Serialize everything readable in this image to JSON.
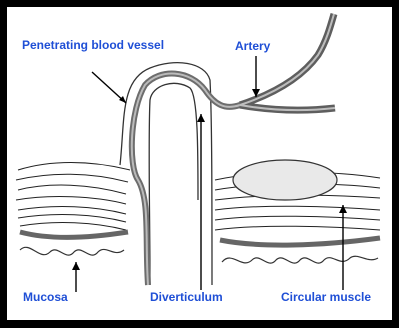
{
  "labels": {
    "penetrating": "Penetrating blood vessel",
    "artery": "Artery",
    "mucosa": "Mucosa",
    "diverticulum": "Diverticulum",
    "circular_muscle": "Circular muscle"
  },
  "colors": {
    "frame": "#000000",
    "background": "#ffffff",
    "label_text": "#1f4fd6",
    "line": "#000000",
    "vessel": "#7a7a7a"
  }
}
